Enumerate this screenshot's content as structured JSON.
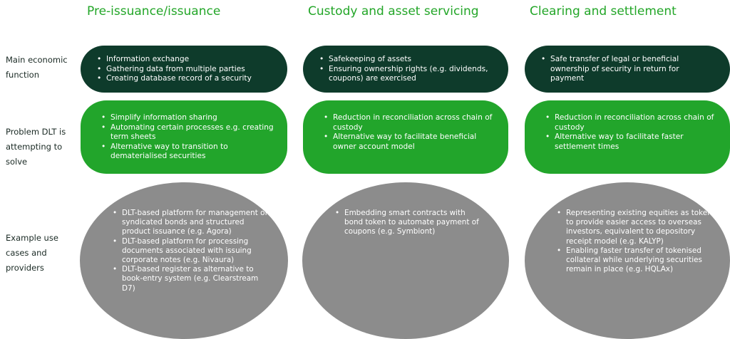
{
  "columns": [
    "Pre-issuance/issuance",
    "Custody and asset servicing",
    "Clearing and settlement"
  ],
  "rows": {
    "economic": "Main economic function",
    "problem": "Problem DLT is attempting to solve",
    "examples": "Example use cases and providers"
  },
  "economic_function": [
    [
      "Information exchange",
      "Gathering data from multiple parties",
      "Creating database record of a security"
    ],
    [
      "Safekeeping of assets",
      "Ensuring ownership rights (e.g. dividends, coupons) are exercised"
    ],
    [
      "Safe transfer of legal or beneficial ownership of security in return for payment"
    ]
  ],
  "problem_solved": [
    [
      "Simplify information sharing",
      "Automating certain processes e.g. creating term sheets",
      "Alternative way to transition to dematerialised securities"
    ],
    [
      "Reduction in reconciliation across chain of custody",
      "Alternative way to facilitate beneficial owner account model"
    ],
    [
      "Reduction in reconciliation across chain of custody",
      "Alternative way to facilitate faster settlement times"
    ]
  ],
  "use_cases": [
    [
      "DLT-based platform for management of syndicated bonds and structured product issuance (e.g. Agora)",
      "DLT-based platform for processing documents associated with issuing corporate notes (e.g. Nivaura)",
      "DLT-based register as alternative to book-entry system (e.g. Clearstream D7)"
    ],
    [
      "Embedding smart contracts with bond token to automate payment of coupons (e.g. Symbiont)"
    ],
    [
      "Representing existing equities as tokens to provide easier access to overseas investors, equivalent to depository receipt model (e.g. KALYP)",
      "Enabling faster transfer of tokenised collateral while underlying securities remain in place (e.g. HQLAx)"
    ]
  ],
  "colors": {
    "header": "#23a628",
    "dark_box": "#0e3b2b",
    "green_box": "#22a52b",
    "grey_oval": "#8c8c8c"
  }
}
